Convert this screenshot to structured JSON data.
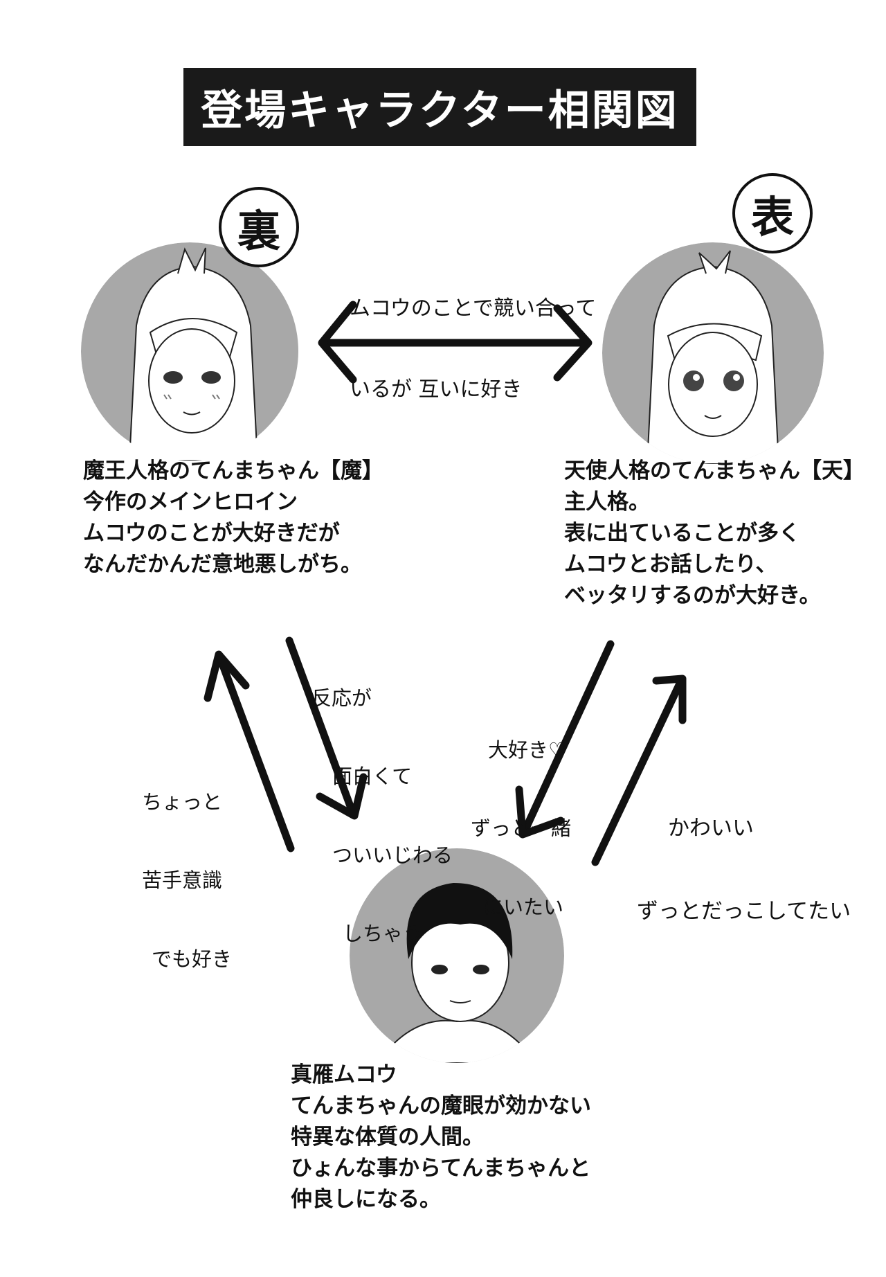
{
  "title": "登場キャラクター相関図",
  "badges": {
    "ura": "裏",
    "omote": "表"
  },
  "relations": {
    "mutual": [
      "ムコウのことで競い合って",
      "いるが 互いに好き"
    ],
    "ma_to_mukou": [
      "反応が",
      "面白くて",
      "ついいじわる",
      "しちゃう"
    ],
    "mukou_to_ma": [
      "ちょっと",
      "苦手意識",
      "でも好き"
    ],
    "ten_to_mukou": [
      "大好き♡",
      "ずっと一緒",
      "にいたい"
    ],
    "mukou_to_ten": [
      "かわいい",
      "ずっとだっこしてたい"
    ]
  },
  "characters": {
    "ma": {
      "lines": [
        "魔王人格のてんまちゃん【魔】",
        "今作のメインヒロイン",
        "ムコウのことが大好きだが",
        "なんだかんだ意地悪しがち。"
      ]
    },
    "ten": {
      "lines": [
        "天使人格のてんまちゃん【天】",
        "主人格。",
        "表に出ていることが多く",
        "ムコウとお話したり、",
        "ベッタリするのが大好き。"
      ]
    },
    "mukou": {
      "lines": [
        "真雁ムコウ",
        "てんまちゃんの魔眼が効かない",
        "特異な体質の人間。",
        "ひょんな事からてんまちゃんと",
        "仲良しになる。"
      ]
    }
  }
}
